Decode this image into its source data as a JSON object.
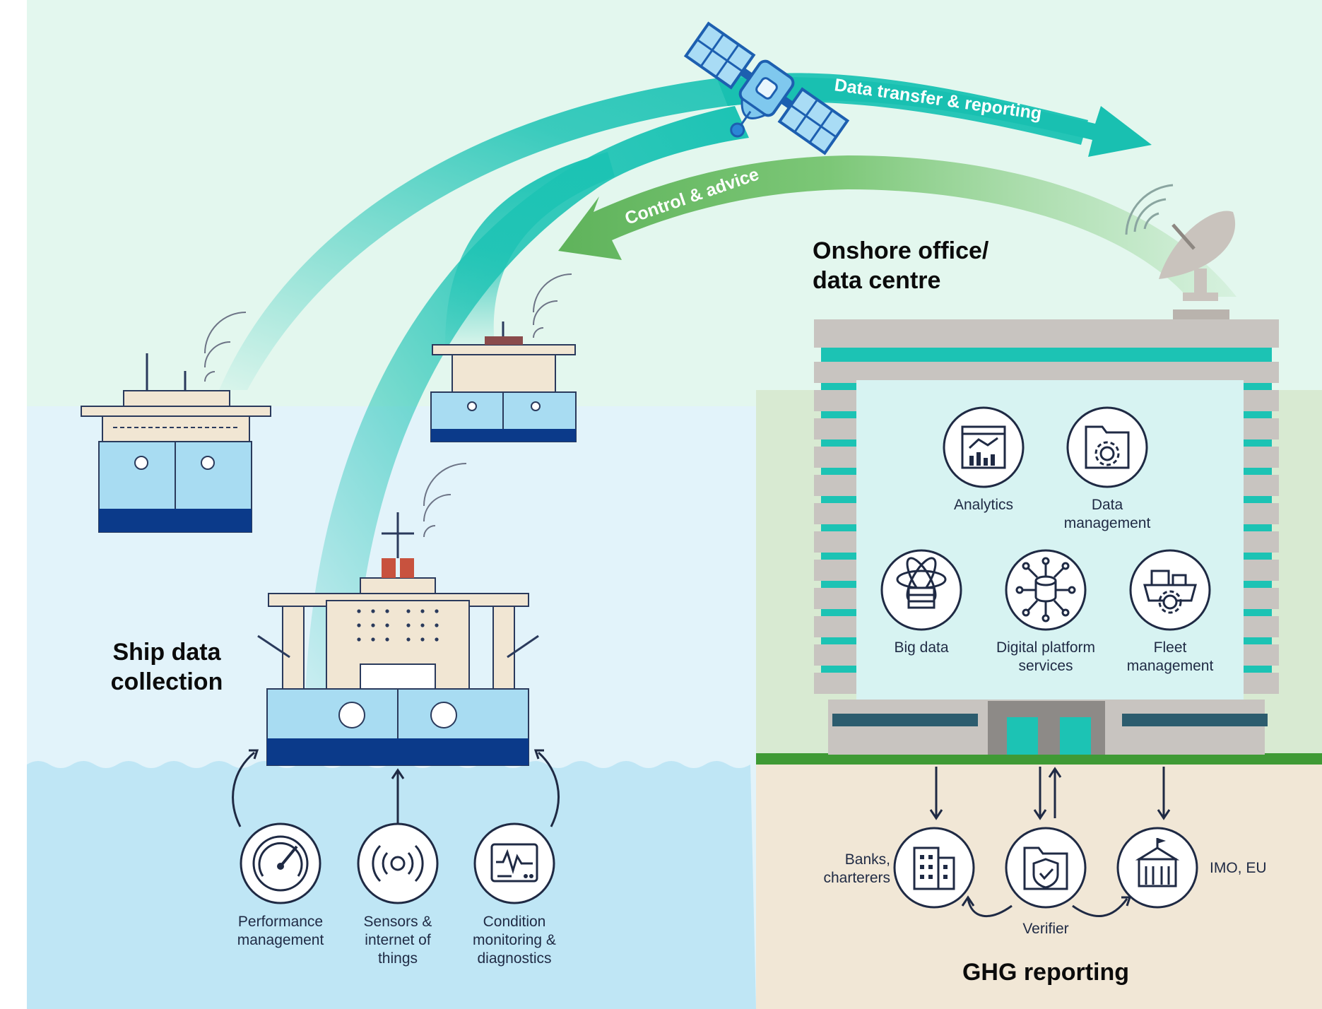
{
  "headings": {
    "ship": "Ship data\ncollection",
    "onshore": "Onshore office/\ndata centre",
    "ghg": "GHG reporting"
  },
  "arrows": {
    "data_transfer": "Data transfer & reporting",
    "control_advice": "Control & advice"
  },
  "ship_functions": [
    {
      "label": "Performance\nmanagement",
      "icon": "gauge-icon"
    },
    {
      "label": "Sensors &\ninternet of\nthings",
      "icon": "signal-icon"
    },
    {
      "label": "Condition\nmonitoring &\ndiagnostics",
      "icon": "monitor-icon"
    }
  ],
  "office_services": [
    {
      "label": "Analytics",
      "icon": "analytics-icon"
    },
    {
      "label": "Data\nmanagement",
      "icon": "folder-gear-icon"
    },
    {
      "label": "Big data",
      "icon": "big-data-icon"
    },
    {
      "label": "Digital platform\nservices",
      "icon": "network-icon"
    },
    {
      "label": "Fleet\nmanagement",
      "icon": "fleet-gear-icon"
    }
  ],
  "ghg_parties": [
    {
      "label": "Banks,\ncharterers",
      "icon": "office-building-icon"
    },
    {
      "label": "Verifier",
      "icon": "verifier-shield-icon"
    },
    {
      "label": "IMO, EU",
      "icon": "institution-icon"
    }
  ],
  "colors": {
    "sky": "#e3f7ee",
    "sea_light": "#e2f3fa",
    "sea": "#bfe6f5",
    "teal": "#1cc3b4",
    "green_arrow": "#6fbf6a",
    "ship_hull": "#a8dcf2",
    "hull_dark": "#0b3a8a",
    "navy": "#1f2a44",
    "ground": "#f1e7d6",
    "grass": "#3f9a35"
  }
}
